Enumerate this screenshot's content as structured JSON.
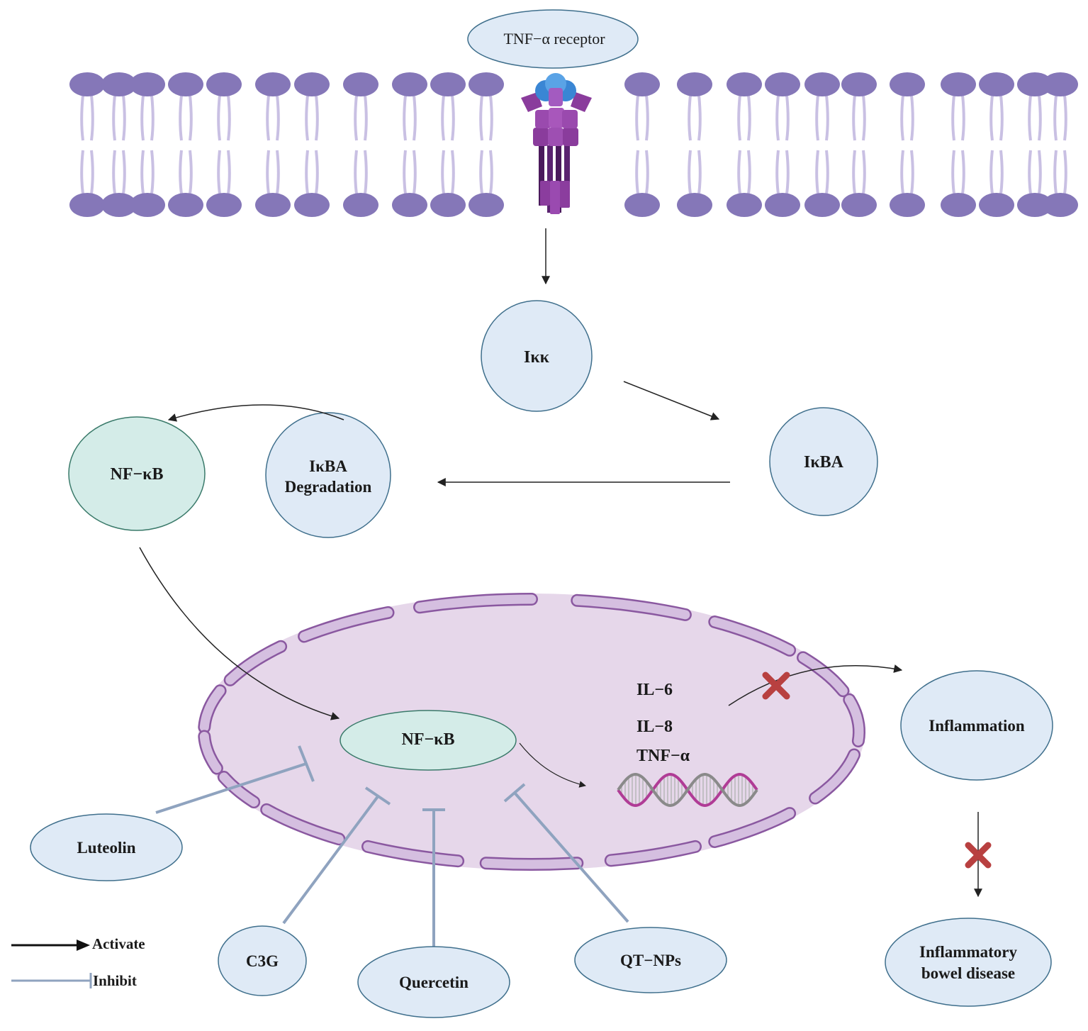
{
  "receptor": {
    "label": "TNF−α receptor"
  },
  "nodes": {
    "ikk": "Iκκ",
    "ikba": "IκBΑ",
    "ikba_degradation_line1": "IκBΑ",
    "ikba_degradation_line2": "Degradation",
    "nfkb_cytoplasm": "NF−κB",
    "nfkb_nucleus": "NF−κB",
    "inflammation": "Inflammation",
    "ibd_line1": "Inflammatory",
    "ibd_line2": "bowel disease"
  },
  "cytokines": [
    "IL−6",
    "IL−8",
    "TNF−α"
  ],
  "inhibitors": {
    "luteolin": "Luteolin",
    "c3g": "C3G",
    "quercetin": "Quercetin",
    "qt_nps": "QT−NPs"
  },
  "legend": {
    "activate": "Activate",
    "inhibit": "Inhibit"
  },
  "colors": {
    "lipid_head": "#8577b8",
    "lipid_tail": "#c9c0e3",
    "node_fill": "#dfeaf6",
    "node_stroke": "#3f6f8c",
    "nfkb_fill": "#d4ece8",
    "nfkb_stroke": "#3a7a6a",
    "nucleus_fill": "#e6d7ea",
    "nucleus_envelope": "#a676b6",
    "inhibit_line": "#8fa3bf",
    "block_x": "#b84040"
  }
}
